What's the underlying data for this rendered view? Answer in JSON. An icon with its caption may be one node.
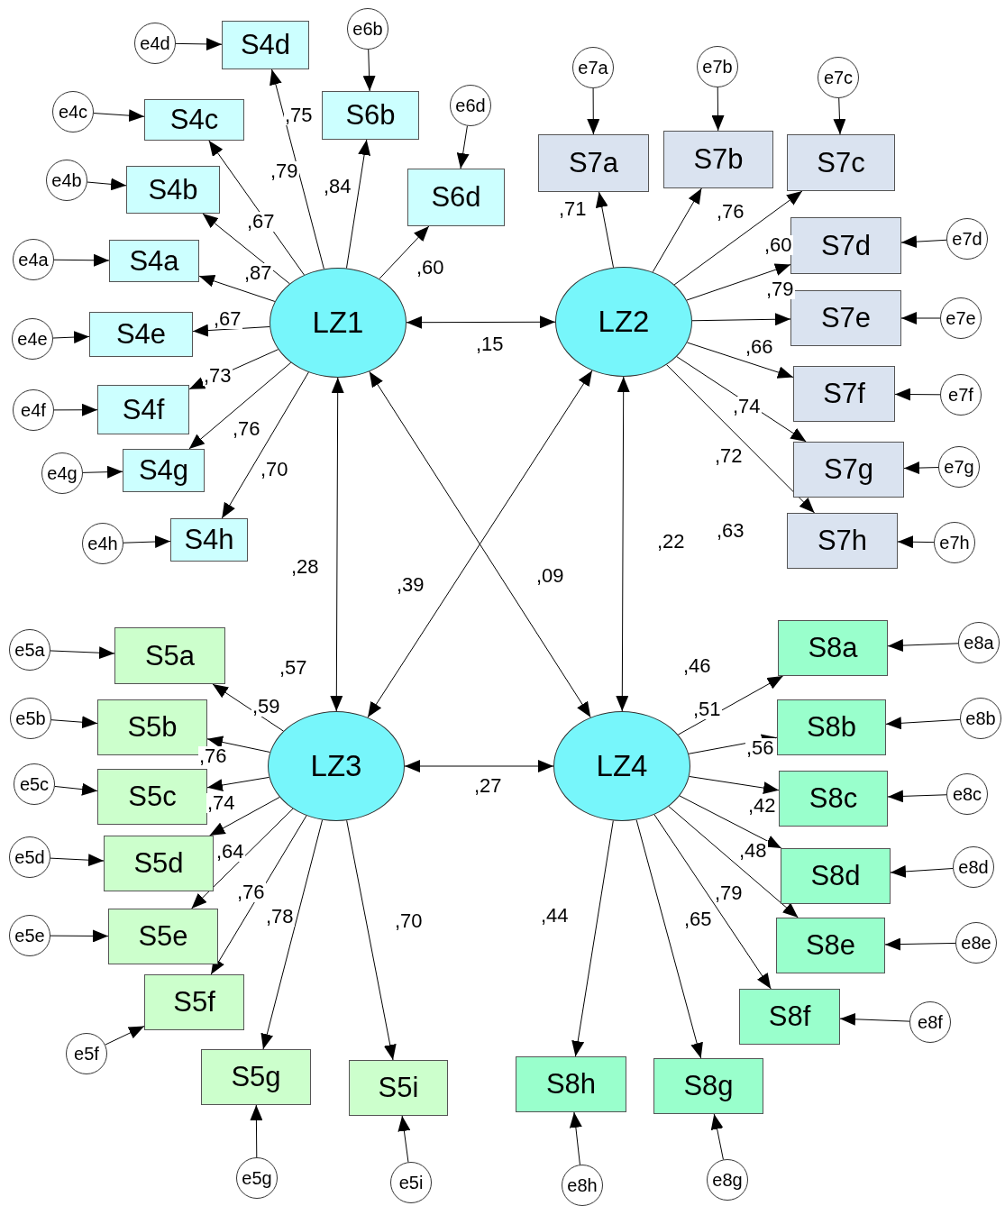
{
  "diagram": {
    "nodes": [
      {
        "text": [
          "LZ1"
        ]
      },
      {
        "text": [
          "LZ2"
        ]
      },
      {
        "text": [
          "LZ3"
        ]
      },
      {
        "text": [
          "LZ4"
        ]
      },
      {
        "text": [
          "S4d"
        ]
      },
      {
        "text": [
          "S6b"
        ]
      },
      {
        "text": [
          "S4c"
        ]
      },
      {
        "text": [
          "S6d"
        ]
      },
      {
        "text": [
          "S4b"
        ]
      },
      {
        "text": [
          "S4a"
        ]
      },
      {
        "text": [
          "S4e"
        ]
      },
      {
        "text": [
          "S4f"
        ]
      },
      {
        "text": [
          "S4g"
        ]
      },
      {
        "text": [
          "S4h"
        ]
      },
      {
        "text": [
          "S7a"
        ]
      },
      {
        "text": [
          "S7b"
        ]
      },
      {
        "text": [
          "S7c"
        ]
      },
      {
        "text": [
          "S7d"
        ]
      },
      {
        "text": [
          "S7e"
        ]
      },
      {
        "text": [
          "S7f"
        ]
      },
      {
        "text": [
          "S7g"
        ]
      },
      {
        "text": [
          "S7h"
        ]
      },
      {
        "text": [
          "S5a"
        ]
      },
      {
        "text": [
          "S5b"
        ]
      },
      {
        "text": [
          "S5c"
        ]
      },
      {
        "text": [
          "S5d"
        ]
      },
      {
        "text": [
          "S5e"
        ]
      },
      {
        "text": [
          "S5f"
        ]
      },
      {
        "text": [
          "S5g"
        ]
      },
      {
        "text": [
          "S5i"
        ]
      },
      {
        "text": [
          "S8a"
        ]
      },
      {
        "text": [
          "S8b"
        ]
      },
      {
        "text": [
          "S8c"
        ]
      },
      {
        "text": [
          "S8d"
        ]
      },
      {
        "text": [
          "S8e"
        ]
      },
      {
        "text": [
          "S8f"
        ]
      },
      {
        "text": [
          "S8h"
        ]
      },
      {
        "text": [
          "S8g"
        ]
      },
      {
        "text": [
          "e4d"
        ]
      },
      {
        "text": [
          "e6b"
        ]
      },
      {
        "text": [
          "e4c"
        ]
      },
      {
        "text": [
          "e6d"
        ]
      },
      {
        "text": [
          "e4b"
        ]
      },
      {
        "text": [
          "e4a"
        ]
      },
      {
        "text": [
          "e4e"
        ]
      },
      {
        "text": [
          "e4f"
        ]
      },
      {
        "text": [
          "e4g"
        ]
      },
      {
        "text": [
          "e4h"
        ]
      },
      {
        "text": [
          "e7a"
        ]
      },
      {
        "text": [
          "e7b"
        ]
      },
      {
        "text": [
          "e7c"
        ]
      },
      {
        "text": [
          "e7d"
        ]
      },
      {
        "text": [
          "e7e"
        ]
      },
      {
        "text": [
          "e7f"
        ]
      },
      {
        "text": [
          "e7g"
        ]
      },
      {
        "text": [
          "e7h"
        ]
      },
      {
        "text": [
          "e5a"
        ]
      },
      {
        "text": [
          "e5b"
        ]
      },
      {
        "text": [
          "e5c"
        ]
      },
      {
        "text": [
          "e5d"
        ]
      },
      {
        "text": [
          "e5e"
        ]
      },
      {
        "text": [
          "e5f"
        ]
      },
      {
        "text": [
          "e5g"
        ]
      },
      {
        "text": [
          "e5i"
        ]
      },
      {
        "text": [
          "e8a"
        ]
      },
      {
        "text": [
          "e8b"
        ]
      },
      {
        "text": [
          "e8c"
        ]
      },
      {
        "text": [
          "e8d"
        ]
      },
      {
        "text": [
          "e8e"
        ]
      },
      {
        "text": [
          "e8f"
        ]
      },
      {
        "text": [
          "e8h"
        ]
      },
      {
        "text": [
          "e8g"
        ]
      }
    ],
    "edges": [
      {
        "from": 0,
        "to": 4,
        "arrow": "to"
      },
      {
        "from": 0,
        "to": 5,
        "arrow": "to"
      },
      {
        "from": 0,
        "to": 6,
        "arrow": "to"
      },
      {
        "from": 0,
        "to": 7,
        "arrow": "to"
      },
      {
        "from": 0,
        "to": 8,
        "arrow": "to"
      },
      {
        "from": 0,
        "to": 9,
        "arrow": "to"
      },
      {
        "from": 0,
        "to": 10,
        "arrow": "to"
      },
      {
        "from": 0,
        "to": 11,
        "arrow": "to"
      },
      {
        "from": 0,
        "to": 12,
        "arrow": "to"
      },
      {
        "from": 0,
        "to": 13,
        "arrow": "to"
      },
      {
        "from": 1,
        "to": 14,
        "arrow": "to"
      },
      {
        "from": 1,
        "to": 15,
        "arrow": "to"
      },
      {
        "from": 1,
        "to": 16,
        "arrow": "to"
      },
      {
        "from": 1,
        "to": 17,
        "arrow": "to"
      },
      {
        "from": 1,
        "to": 18,
        "arrow": "to"
      },
      {
        "from": 1,
        "to": 19,
        "arrow": "to"
      },
      {
        "from": 1,
        "to": 20,
        "arrow": "to"
      },
      {
        "from": 1,
        "to": 21,
        "arrow": "to"
      },
      {
        "from": 2,
        "to": 22,
        "arrow": "to"
      },
      {
        "from": 2,
        "to": 23,
        "arrow": "to"
      },
      {
        "from": 2,
        "to": 24,
        "arrow": "to"
      },
      {
        "from": 2,
        "to": 25,
        "arrow": "to"
      },
      {
        "from": 2,
        "to": 26,
        "arrow": "to"
      },
      {
        "from": 2,
        "to": 27,
        "arrow": "to"
      },
      {
        "from": 2,
        "to": 28,
        "arrow": "to"
      },
      {
        "from": 2,
        "to": 29,
        "arrow": "to"
      },
      {
        "from": 3,
        "to": 30,
        "arrow": "to"
      },
      {
        "from": 3,
        "to": 31,
        "arrow": "to"
      },
      {
        "from": 3,
        "to": 32,
        "arrow": "to"
      },
      {
        "from": 3,
        "to": 33,
        "arrow": "to"
      },
      {
        "from": 3,
        "to": 34,
        "arrow": "to"
      },
      {
        "from": 3,
        "to": 35,
        "arrow": "to"
      },
      {
        "from": 3,
        "to": 36,
        "arrow": "to"
      },
      {
        "from": 3,
        "to": 37,
        "arrow": "to"
      },
      {
        "from": 38,
        "to": 4,
        "arrow": "to"
      },
      {
        "from": 39,
        "to": 5,
        "arrow": "to"
      },
      {
        "from": 40,
        "to": 6,
        "arrow": "to"
      },
      {
        "from": 41,
        "to": 7,
        "arrow": "to"
      },
      {
        "from": 42,
        "to": 8,
        "arrow": "to"
      },
      {
        "from": 43,
        "to": 9,
        "arrow": "to"
      },
      {
        "from": 44,
        "to": 10,
        "arrow": "to"
      },
      {
        "from": 45,
        "to": 11,
        "arrow": "to"
      },
      {
        "from": 46,
        "to": 12,
        "arrow": "to"
      },
      {
        "from": 47,
        "to": 13,
        "arrow": "to"
      },
      {
        "from": 48,
        "to": 14,
        "arrow": "to"
      },
      {
        "from": 49,
        "to": 15,
        "arrow": "to"
      },
      {
        "from": 50,
        "to": 16,
        "arrow": "to"
      },
      {
        "from": 51,
        "to": 17,
        "arrow": "to"
      },
      {
        "from": 52,
        "to": 18,
        "arrow": "to"
      },
      {
        "from": 53,
        "to": 19,
        "arrow": "to"
      },
      {
        "from": 54,
        "to": 20,
        "arrow": "to"
      },
      {
        "from": 55,
        "to": 21,
        "arrow": "to"
      },
      {
        "from": 56,
        "to": 22,
        "arrow": "to"
      },
      {
        "from": 57,
        "to": 23,
        "arrow": "to"
      },
      {
        "from": 58,
        "to": 24,
        "arrow": "to"
      },
      {
        "from": 59,
        "to": 25,
        "arrow": "to"
      },
      {
        "from": 60,
        "to": 26,
        "arrow": "to"
      },
      {
        "from": 61,
        "to": 27,
        "arrow": "to"
      },
      {
        "from": 62,
        "to": 28,
        "arrow": "to"
      },
      {
        "from": 63,
        "to": 29,
        "arrow": "to"
      },
      {
        "from": 64,
        "to": 30,
        "arrow": "to"
      },
      {
        "from": 65,
        "to": 31,
        "arrow": "to"
      },
      {
        "from": 66,
        "to": 32,
        "arrow": "to"
      },
      {
        "from": 67,
        "to": 33,
        "arrow": "to"
      },
      {
        "from": 68,
        "to": 34,
        "arrow": "to"
      },
      {
        "from": 69,
        "to": 35,
        "arrow": "to"
      },
      {
        "from": 70,
        "to": 36,
        "arrow": "to"
      },
      {
        "from": 71,
        "to": 37,
        "arrow": "to"
      },
      {
        "from": 0,
        "to": 1,
        "arrow": "both"
      },
      {
        "from": 0,
        "to": 2,
        "arrow": "both"
      },
      {
        "from": 0,
        "to": 3,
        "arrow": "both"
      },
      {
        "from": 1,
        "to": 2,
        "arrow": "both"
      },
      {
        "from": 1,
        "to": 3,
        "arrow": "both"
      },
      {
        "from": 2,
        "to": 3,
        "arrow": "both"
      }
    ],
    "labels": [
      ",75",
      ",79",
      ",84",
      ",67",
      ",87",
      ",60",
      ",67",
      ",73",
      ",76",
      ",70",
      ",71",
      ",76",
      ",60",
      ",79",
      ",66",
      ",74",
      ",72",
      ",63",
      ",15",
      ",28",
      ",39",
      ",09",
      ",22",
      ",57",
      ",59",
      ",76",
      ",74",
      ",64",
      ",76",
      ",78",
      ",70",
      ",27",
      ",46",
      ",51",
      ",56",
      ",42",
      ",48",
      ",79",
      ",44",
      ",65"
    ]
  }
}
